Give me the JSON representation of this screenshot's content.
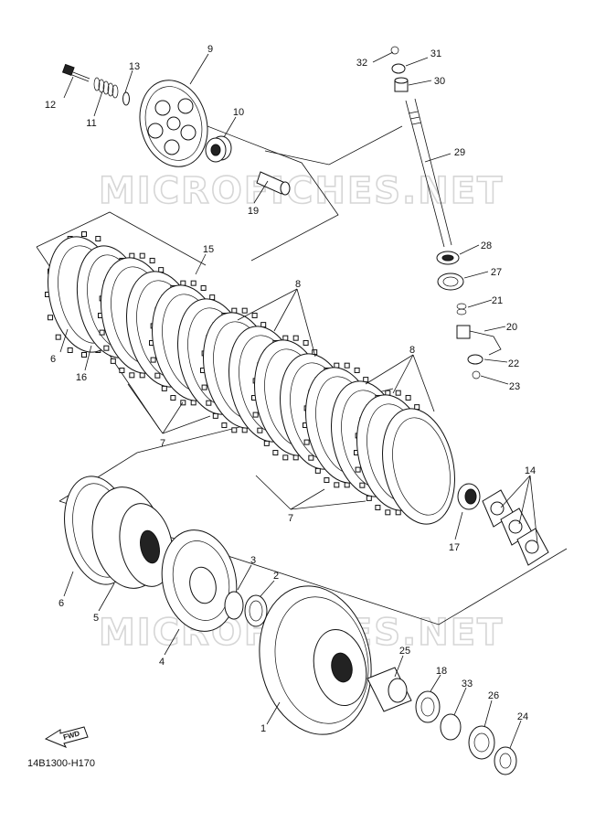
{
  "diagram": {
    "watermark": "MICROFICHES.NET",
    "drawing_code": "14B1300-H170",
    "fwd_label": "FWD",
    "callouts": [
      {
        "id": "c1",
        "text": "1"
      },
      {
        "id": "c2",
        "text": "2"
      },
      {
        "id": "c3",
        "text": "3"
      },
      {
        "id": "c4",
        "text": "4"
      },
      {
        "id": "c5",
        "text": "5"
      },
      {
        "id": "c6a",
        "text": "6"
      },
      {
        "id": "c6b",
        "text": "6"
      },
      {
        "id": "c7a",
        "text": "7"
      },
      {
        "id": "c7b",
        "text": "7"
      },
      {
        "id": "c8a",
        "text": "8"
      },
      {
        "id": "c8b",
        "text": "8"
      },
      {
        "id": "c9",
        "text": "9"
      },
      {
        "id": "c10",
        "text": "10"
      },
      {
        "id": "c11",
        "text": "11"
      },
      {
        "id": "c12",
        "text": "12"
      },
      {
        "id": "c13",
        "text": "13"
      },
      {
        "id": "c14",
        "text": "14"
      },
      {
        "id": "c15",
        "text": "15"
      },
      {
        "id": "c16",
        "text": "16"
      },
      {
        "id": "c17",
        "text": "17"
      },
      {
        "id": "c18",
        "text": "18"
      },
      {
        "id": "c19",
        "text": "19"
      },
      {
        "id": "c20",
        "text": "20"
      },
      {
        "id": "c21",
        "text": "21"
      },
      {
        "id": "c22",
        "text": "22"
      },
      {
        "id": "c23",
        "text": "23"
      },
      {
        "id": "c24",
        "text": "24"
      },
      {
        "id": "c25",
        "text": "25"
      },
      {
        "id": "c26",
        "text": "26"
      },
      {
        "id": "c27",
        "text": "27"
      },
      {
        "id": "c28",
        "text": "28"
      },
      {
        "id": "c29",
        "text": "29"
      },
      {
        "id": "c30",
        "text": "30"
      },
      {
        "id": "c31",
        "text": "31"
      },
      {
        "id": "c32",
        "text": "32"
      },
      {
        "id": "c33",
        "text": "33"
      }
    ]
  }
}
